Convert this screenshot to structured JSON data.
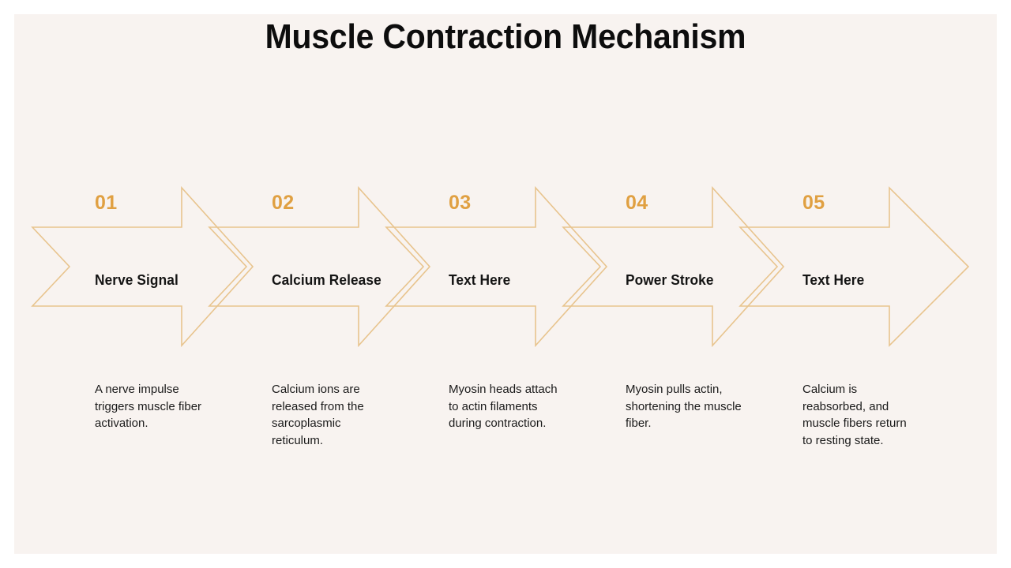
{
  "slide": {
    "title": "Muscle Contraction Mechanism",
    "background_color": "#f8f3f0",
    "outer_color": "#ffffff",
    "accent_color": "#e0a042",
    "arrow_stroke_color": "#e8c48e",
    "text_color": "#141414"
  },
  "steps": [
    {
      "number": "01",
      "title": "Nerve Signal",
      "description": "A nerve impulse triggers muscle fiber activation."
    },
    {
      "number": "02",
      "title": "Calcium Release",
      "description": "Calcium ions are released from the sarcoplasmic reticulum."
    },
    {
      "number": "03",
      "title": "Text Here",
      "description": "Myosin heads attach to actin filaments during contraction."
    },
    {
      "number": "04",
      "title": "Power Stroke",
      "description": "Myosin pulls actin, shortening the muscle fiber."
    },
    {
      "number": "05",
      "title": "Text Here",
      "description": "Calcium is reabsorbed, and muscle fibers return to resting state."
    }
  ]
}
